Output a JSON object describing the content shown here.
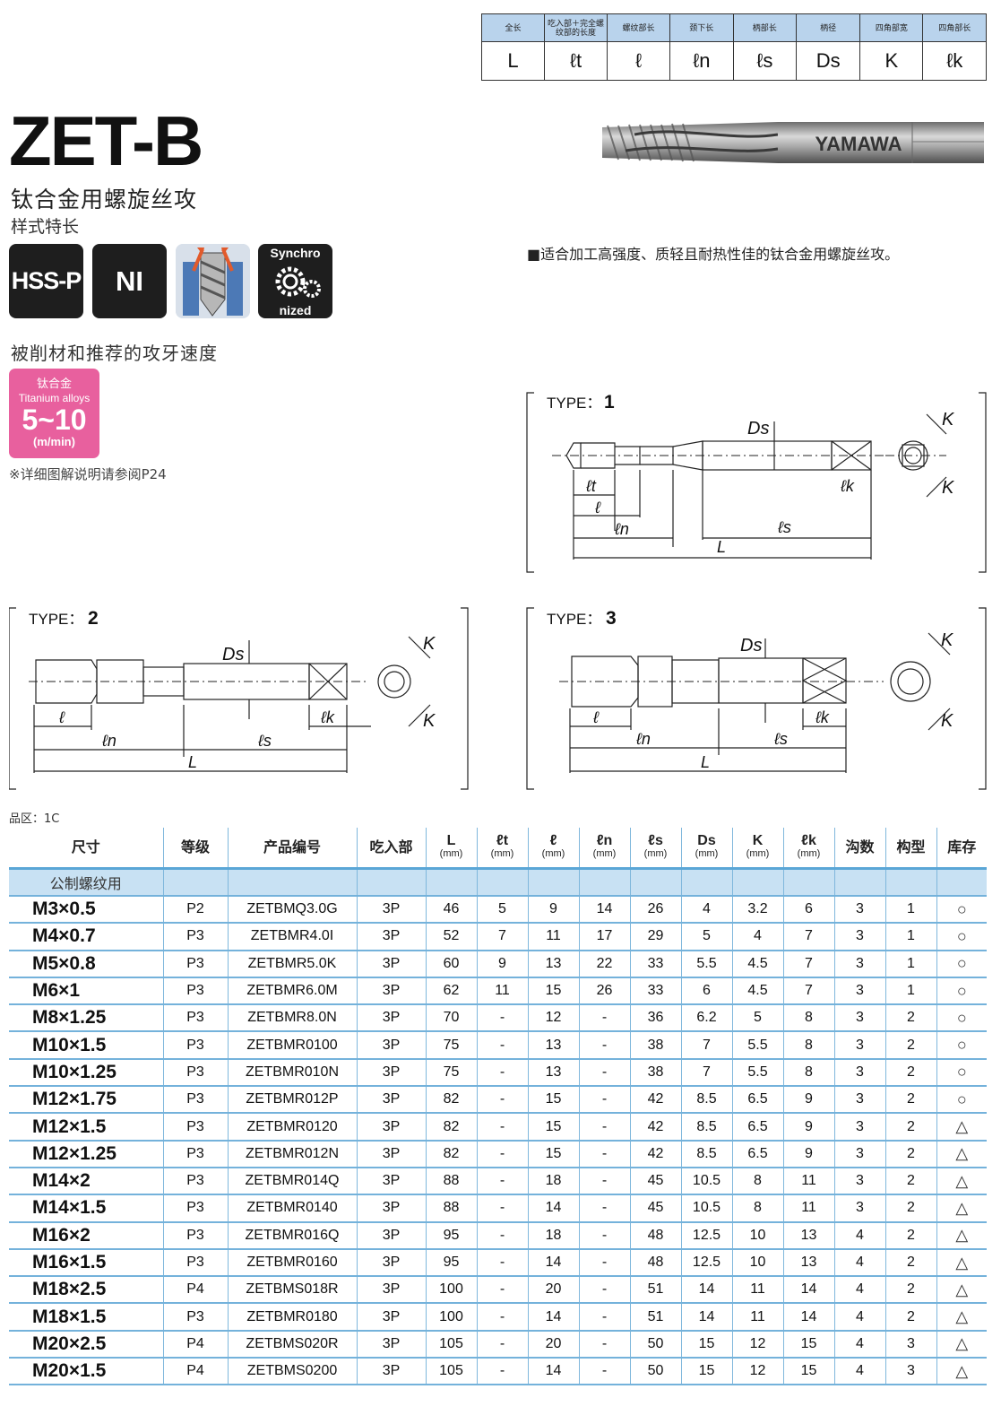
{
  "legend": {
    "headers": [
      "全长",
      "吃入部＋完全螺纹部的长度",
      "螺纹部长",
      "颈下长",
      "柄部长",
      "柄径",
      "四角部宽",
      "四角部长"
    ],
    "symbols": [
      "L",
      "ℓt",
      "ℓ",
      "ℓn",
      "ℓs",
      "Ds",
      "K",
      "ℓk"
    ]
  },
  "product": {
    "title": "ZET-B",
    "subtitle": "钛合金用螺旋丝攻",
    "features_label": "样式特长",
    "brand": "YAMAWA",
    "badges": {
      "hss": "HSS-P",
      "ni": "NI",
      "sync_top": "Synchro",
      "sync_bottom": "nized"
    },
    "description": "■适合加工高强度、质轻且耐热性佳的钛合金用螺旋丝攻。"
  },
  "material": {
    "heading": "被削材和推荐的攻牙速度",
    "name_cn": "钛合金",
    "name_en": "Titanium alloys",
    "speed": "5~10",
    "unit": "(m/min)",
    "note": "※详细图解说明请参阅P24"
  },
  "diagrams": {
    "type_prefix": "TYPE：",
    "type1": "1",
    "type2": "2",
    "type3": "3",
    "lbl_L": "L",
    "lbl_lt": "ℓt",
    "lbl_l": "ℓ",
    "lbl_ln": "ℓn",
    "lbl_ls": "ℓs",
    "lbl_lk": "ℓk",
    "lbl_Ds": "Ds",
    "lbl_K": "K"
  },
  "table": {
    "class_note": "品区：1C",
    "headers": [
      {
        "label": "尺寸",
        "unit": ""
      },
      {
        "label": "等级",
        "unit": ""
      },
      {
        "label": "产品编号",
        "unit": ""
      },
      {
        "label": "吃入部",
        "unit": ""
      },
      {
        "label": "L",
        "unit": "(mm)"
      },
      {
        "label": "ℓt",
        "unit": "(mm)"
      },
      {
        "label": "ℓ",
        "unit": "(mm)"
      },
      {
        "label": "ℓn",
        "unit": "(mm)"
      },
      {
        "label": "ℓs",
        "unit": "(mm)"
      },
      {
        "label": "Ds",
        "unit": "(mm)"
      },
      {
        "label": "K",
        "unit": "(mm)"
      },
      {
        "label": "ℓk",
        "unit": "(mm)"
      },
      {
        "label": "沟数",
        "unit": ""
      },
      {
        "label": "构型",
        "unit": ""
      },
      {
        "label": "库存",
        "unit": ""
      }
    ],
    "category": "公制螺纹用",
    "rows": [
      [
        "M3×0.5",
        "P2",
        "ZETBMQ3.0G",
        "3P",
        "46",
        "5",
        "9",
        "14",
        "26",
        "4",
        "3.2",
        "6",
        "3",
        "1",
        "○"
      ],
      [
        "M4×0.7",
        "P3",
        "ZETBMR4.0I",
        "3P",
        "52",
        "7",
        "11",
        "17",
        "29",
        "5",
        "4",
        "7",
        "3",
        "1",
        "○"
      ],
      [
        "M5×0.8",
        "P3",
        "ZETBMR5.0K",
        "3P",
        "60",
        "9",
        "13",
        "22",
        "33",
        "5.5",
        "4.5",
        "7",
        "3",
        "1",
        "○"
      ],
      [
        "M6×1",
        "P3",
        "ZETBMR6.0M",
        "3P",
        "62",
        "11",
        "15",
        "26",
        "33",
        "6",
        "4.5",
        "7",
        "3",
        "1",
        "○"
      ],
      [
        "M8×1.25",
        "P3",
        "ZETBMR8.0N",
        "3P",
        "70",
        "-",
        "12",
        "-",
        "36",
        "6.2",
        "5",
        "8",
        "3",
        "2",
        "○"
      ],
      [
        "M10×1.5",
        "P3",
        "ZETBMR0100",
        "3P",
        "75",
        "-",
        "13",
        "-",
        "38",
        "7",
        "5.5",
        "8",
        "3",
        "2",
        "○"
      ],
      [
        "M10×1.25",
        "P3",
        "ZETBMR010N",
        "3P",
        "75",
        "-",
        "13",
        "-",
        "38",
        "7",
        "5.5",
        "8",
        "3",
        "2",
        "○"
      ],
      [
        "M12×1.75",
        "P3",
        "ZETBMR012P",
        "3P",
        "82",
        "-",
        "15",
        "-",
        "42",
        "8.5",
        "6.5",
        "9",
        "3",
        "2",
        "○"
      ],
      [
        "M12×1.5",
        "P3",
        "ZETBMR0120",
        "3P",
        "82",
        "-",
        "15",
        "-",
        "42",
        "8.5",
        "6.5",
        "9",
        "3",
        "2",
        "△"
      ],
      [
        "M12×1.25",
        "P3",
        "ZETBMR012N",
        "3P",
        "82",
        "-",
        "15",
        "-",
        "42",
        "8.5",
        "6.5",
        "9",
        "3",
        "2",
        "△"
      ],
      [
        "M14×2",
        "P3",
        "ZETBMR014Q",
        "3P",
        "88",
        "-",
        "18",
        "-",
        "45",
        "10.5",
        "8",
        "11",
        "3",
        "2",
        "△"
      ],
      [
        "M14×1.5",
        "P3",
        "ZETBMR0140",
        "3P",
        "88",
        "-",
        "14",
        "-",
        "45",
        "10.5",
        "8",
        "11",
        "3",
        "2",
        "△"
      ],
      [
        "M16×2",
        "P3",
        "ZETBMR016Q",
        "3P",
        "95",
        "-",
        "18",
        "-",
        "48",
        "12.5",
        "10",
        "13",
        "4",
        "2",
        "△"
      ],
      [
        "M16×1.5",
        "P3",
        "ZETBMR0160",
        "3P",
        "95",
        "-",
        "14",
        "-",
        "48",
        "12.5",
        "10",
        "13",
        "4",
        "2",
        "△"
      ],
      [
        "M18×2.5",
        "P4",
        "ZETBMS018R",
        "3P",
        "100",
        "-",
        "20",
        "-",
        "51",
        "14",
        "11",
        "14",
        "4",
        "2",
        "△"
      ],
      [
        "M18×1.5",
        "P3",
        "ZETBMR0180",
        "3P",
        "100",
        "-",
        "14",
        "-",
        "51",
        "14",
        "11",
        "14",
        "4",
        "2",
        "△"
      ],
      [
        "M20×2.5",
        "P4",
        "ZETBMS020R",
        "3P",
        "105",
        "-",
        "20",
        "-",
        "50",
        "15",
        "12",
        "15",
        "4",
        "3",
        "△"
      ],
      [
        "M20×1.5",
        "P4",
        "ZETBMS0200",
        "3P",
        "105",
        "-",
        "14",
        "-",
        "50",
        "15",
        "12",
        "15",
        "4",
        "3",
        "△"
      ]
    ]
  }
}
